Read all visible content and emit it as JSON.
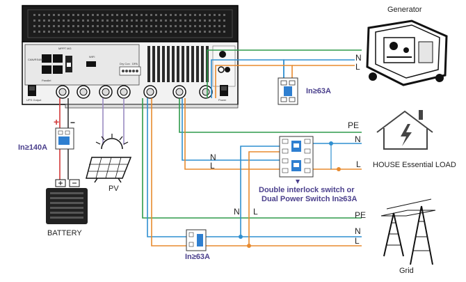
{
  "devices": {
    "generator": "Generator",
    "house": "HOUSE Essential LOAD",
    "grid": "Grid",
    "battery": "BATTERY",
    "pv": "PV"
  },
  "breakers": {
    "generator": "In≥63A",
    "battery": "In≥140A",
    "grid": "In≥63A"
  },
  "switch_note": {
    "line1": "Double interlock switch or",
    "line2": "Dual Power Switch In≥63A"
  },
  "wire_labels": {
    "gen_N": "N",
    "gen_L": "L",
    "house_PE": "PE",
    "house_N": "N",
    "house_L": "L",
    "inv_N": "N",
    "inv_L": "L",
    "grid_PE": "PE",
    "grid_N": "N",
    "grid_L": "L",
    "vert_N": "N",
    "vert_L": "L"
  },
  "polarity": {
    "plus": "+",
    "minus": "−"
  },
  "inverter_panel": {
    "mppt": "MPPT MG",
    "wifi": "WIFI",
    "can": "CAN/RS485",
    "parallel": "Parallel",
    "drycon": "Dry Con",
    "dpa": "DPA",
    "ups": "UPS Output",
    "power": "Power"
  },
  "colors": {
    "live": "#e88a2e",
    "neutral": "#2f8fd0",
    "earth": "#2e9a4a",
    "dc_pos": "#d23a3a",
    "dc_neg": "#333333",
    "pv": "#9a8ac2",
    "note_text": "#4a3f8c"
  }
}
